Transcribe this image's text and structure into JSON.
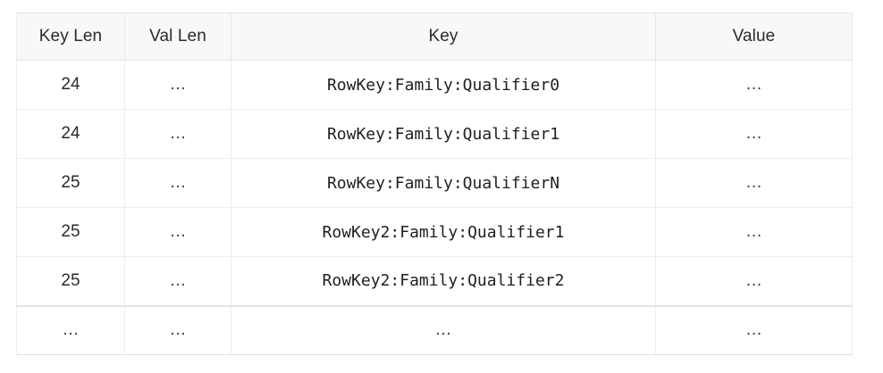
{
  "table": {
    "columns": [
      {
        "key": "key_len",
        "label": "Key Len",
        "align": "center"
      },
      {
        "key": "val_len",
        "label": "Val Len",
        "align": "center"
      },
      {
        "key": "key",
        "label": "Key",
        "align": "center"
      },
      {
        "key": "value",
        "label": "Value",
        "align": "center"
      }
    ],
    "rows": [
      {
        "key_len": "24",
        "val_len": "…",
        "key": "RowKey:Family:Qualifier0",
        "value": "…"
      },
      {
        "key_len": "24",
        "val_len": "…",
        "key": "RowKey:Family:Qualifier1",
        "value": "…"
      },
      {
        "key_len": "25",
        "val_len": "…",
        "key": "RowKey:Family:QualifierN",
        "value": "…"
      },
      {
        "key_len": "25",
        "val_len": "…",
        "key": "RowKey2:Family:Qualifier1",
        "value": "…"
      },
      {
        "key_len": "25",
        "val_len": "…",
        "key": "RowKey2:Family:Qualifier2",
        "value": "…"
      },
      {
        "key_len": "…",
        "val_len": "…",
        "key": "…",
        "value": "…"
      }
    ]
  },
  "colors": {
    "header_background": "#f8f8f8",
    "header_text": "#2b2b2b",
    "cell_text": "#2b2b2b",
    "border": "#ededed",
    "page_background": "#ffffff"
  }
}
